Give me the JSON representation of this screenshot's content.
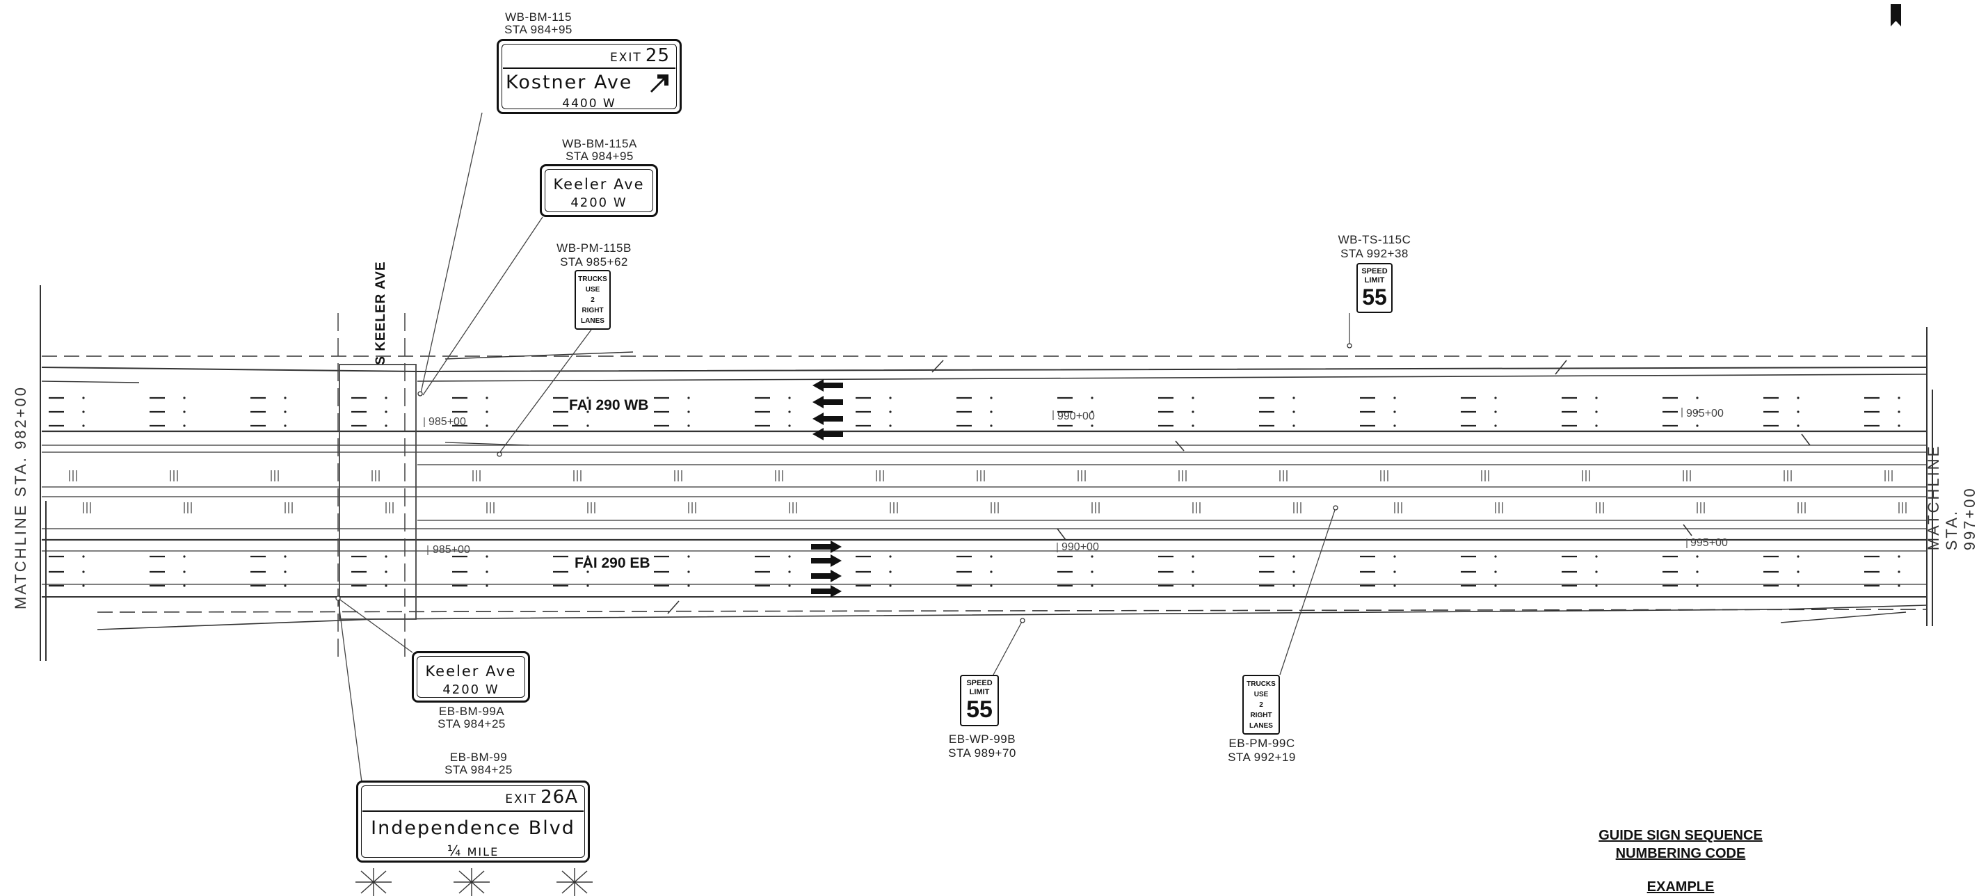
{
  "matchlines": {
    "left": "MATCHLINE STA. 982+00",
    "right": "MATCHLINE STA. 997+00"
  },
  "cross_street": "S KEELER AVE",
  "roads": {
    "wb": "FAI 290 WB",
    "eb": "FAI 290 EB"
  },
  "stations": {
    "s985": "985+00",
    "s990": "990+00",
    "s995": "995+00"
  },
  "signs": {
    "wb_bm_115": {
      "code": "WB-BM-115",
      "sta": "STA 984+95",
      "exit_word": "EXIT",
      "exit_num": "25",
      "name": "Kostner Ave",
      "sub": "4400 W"
    },
    "wb_bm_115a": {
      "code": "WB-BM-115A",
      "sta": "STA 984+95",
      "name": "Keeler Ave",
      "sub": "4200 W"
    },
    "wb_pm_115b": {
      "code": "WB-PM-115B",
      "sta": "STA 985+62",
      "lines": [
        "TRUCKS",
        "USE",
        "2",
        "RIGHT",
        "LANES"
      ]
    },
    "wb_ts_115c": {
      "code": "WB-TS-115C",
      "sta": "STA 992+38",
      "l1": "SPEED",
      "l2": "LIMIT",
      "num": "55"
    },
    "eb_bm_99a": {
      "code": "EB-BM-99A",
      "sta": "STA 984+25",
      "name": "Keeler Ave",
      "sub": "4200 W"
    },
    "eb_bm_99": {
      "code": "EB-BM-99",
      "sta": "STA 984+25",
      "exit_word": "EXIT",
      "exit_num": "26A",
      "name": "Independence Blvd",
      "sub_frac": "¼",
      "sub": "MILE"
    },
    "eb_wp_99b": {
      "code": "EB-WP-99B",
      "sta": "STA 989+70",
      "l1": "SPEED",
      "l2": "LIMIT",
      "num": "55"
    },
    "eb_pm_99c": {
      "code": "EB-PM-99C",
      "sta": "STA 992+19",
      "lines": [
        "TRUCKS",
        "USE",
        "2",
        "RIGHT",
        "LANES"
      ]
    }
  },
  "legend": {
    "line1": "GUIDE SIGN SEQUENCE",
    "line2": "NUMBERING CODE",
    "line3": "EXAMPLE"
  },
  "colors": {
    "ink": "#111111",
    "grey": "#666666"
  }
}
